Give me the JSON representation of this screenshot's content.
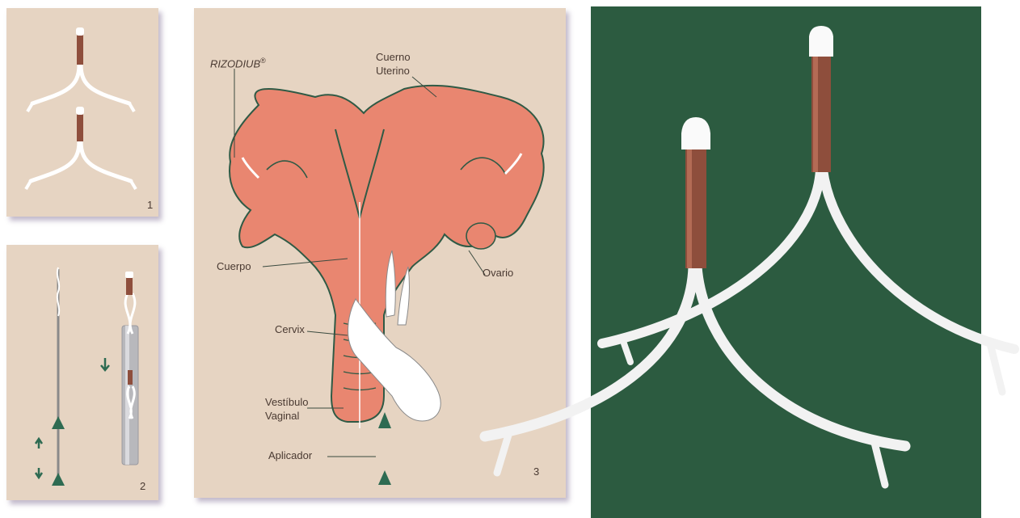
{
  "panels": {
    "panel1": {
      "number": "1"
    },
    "panel2": {
      "number": "2"
    },
    "panel3": {
      "number": "3",
      "labels": {
        "device": "RIZODIUB",
        "device_mark": "®",
        "cuerno_line1": "Cuerno",
        "cuerno_line2": "Uterino",
        "cuerpo": "Cuerpo",
        "ovario": "Ovario",
        "cervix": "Cervix",
        "vestibulo_line1": "Vestíbulo",
        "vestibulo_line2": "Vaginal",
        "aplicador": "Aplicador"
      }
    }
  },
  "colors": {
    "panel_bg": "#e6d4c2",
    "uterus": "#e98670",
    "uterus_outline": "#2f5a45",
    "device_white": "#ffffff",
    "copper": "#8e4e3c",
    "photo_bg": "#2c5b40",
    "applicator_green": "#2e6b52"
  }
}
